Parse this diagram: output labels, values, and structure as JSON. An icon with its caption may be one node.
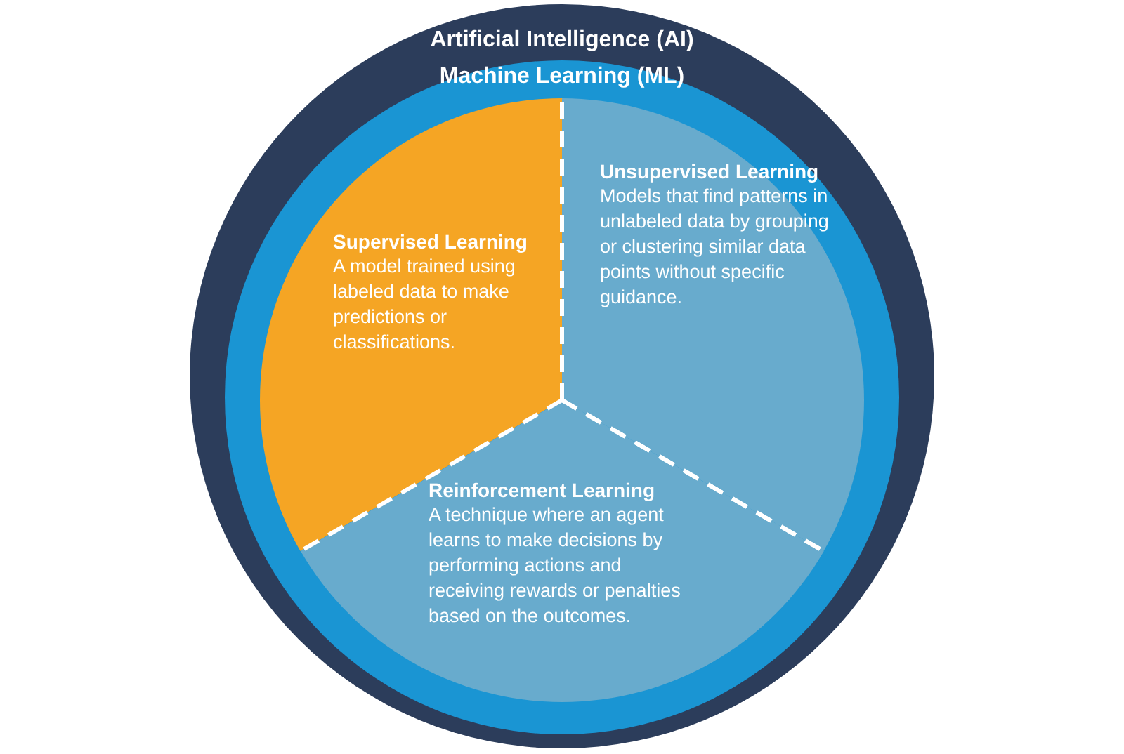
{
  "diagram": {
    "nodes": [
      {
        "text": [
          "Artificial Intelligence (AI)"
        ]
      },
      {
        "text": [
          "Machine Learning (ML)"
        ],
        "in": 0
      },
      {
        "text": [
          "Supervised Learning",
          "A model trained using labeled data to make predictions or classifications."
        ],
        "in": 1
      },
      {
        "text": [
          "Unsupervised Learning",
          "Models that find patterns in unlabeled data by grouping or clustering similar data points without specific guidance."
        ],
        "in": 1
      },
      {
        "text": [
          "Reinforcement Learning",
          "A technique where an agent learns to make decisions by performing actions and receiving rewards or penalties based on the outcomes."
        ],
        "in": 1
      }
    ],
    "edges": []
  }
}
